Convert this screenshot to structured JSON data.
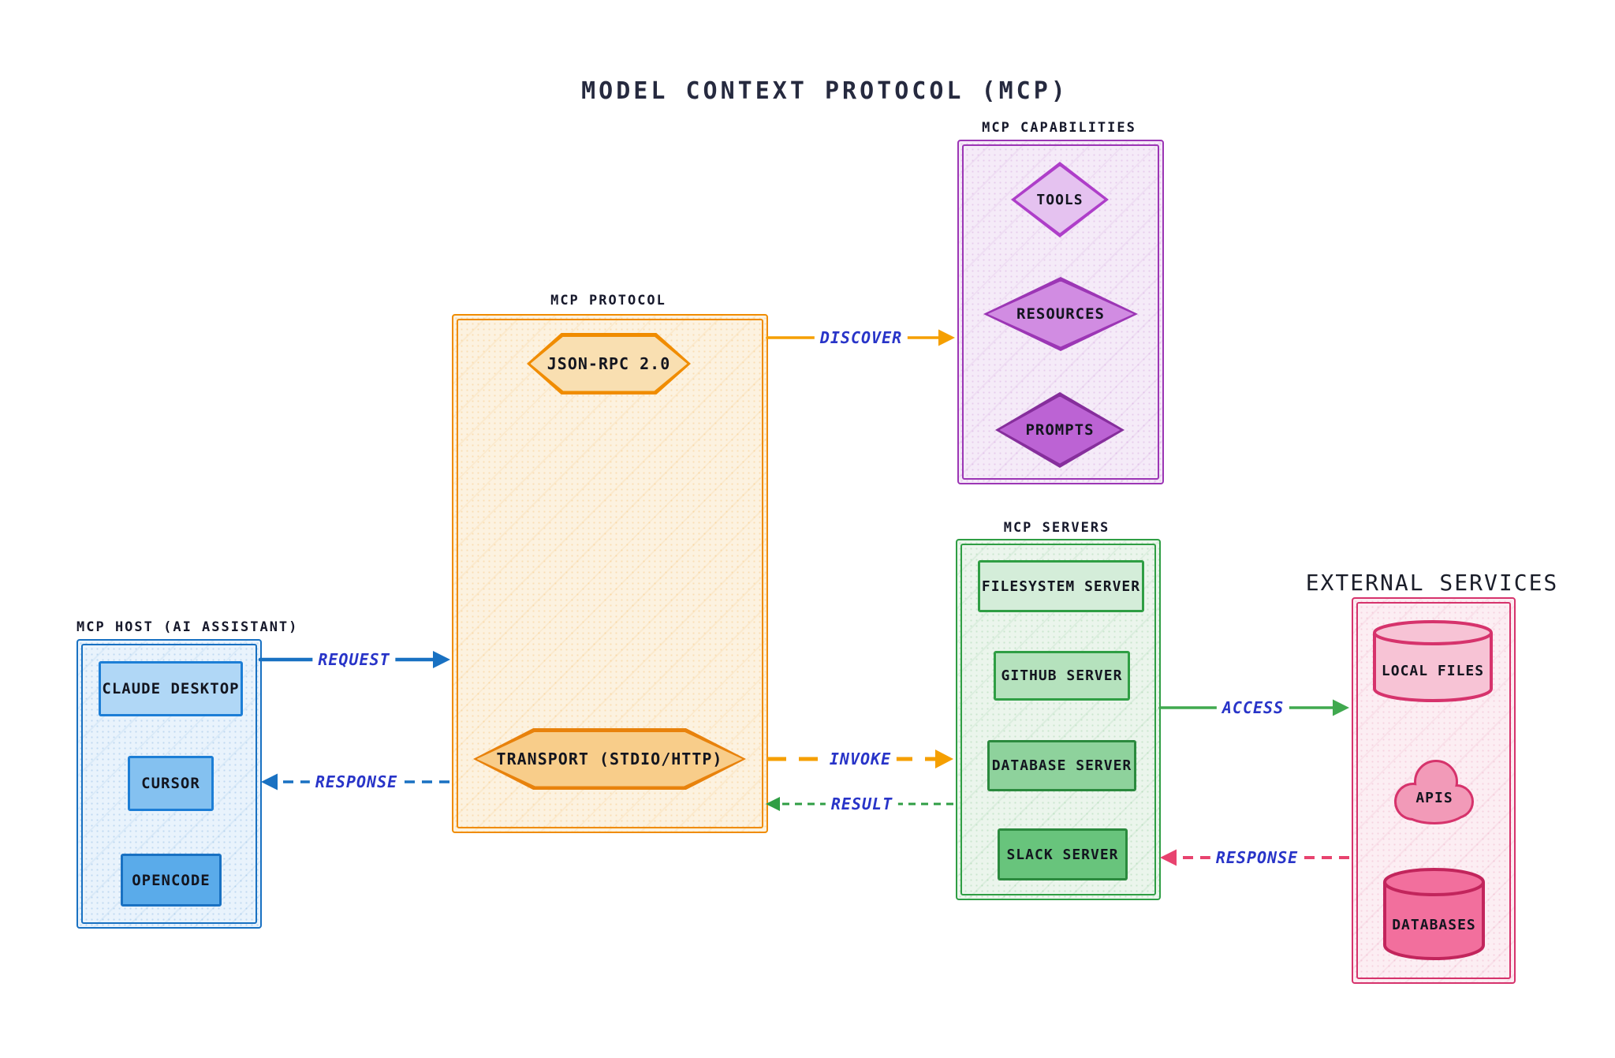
{
  "diagram_title": "MODEL CONTEXT PROTOCOL (MCP)",
  "panels": {
    "host": {
      "title": "MCP HOST (AI ASSISTANT)",
      "items": [
        {
          "label": "CLAUDE DESKTOP"
        },
        {
          "label": "CURSOR"
        },
        {
          "label": "OPENCODE"
        }
      ]
    },
    "protocol": {
      "title": "MCP PROTOCOL",
      "items": [
        {
          "label": "JSON-RPC 2.0"
        },
        {
          "label": "TRANSPORT (STDIO/HTTP)"
        }
      ]
    },
    "capabilities": {
      "title": "MCP CAPABILITIES",
      "items": [
        {
          "label": "TOOLS"
        },
        {
          "label": "RESOURCES"
        },
        {
          "label": "PROMPTS"
        }
      ]
    },
    "servers": {
      "title": "MCP SERVERS",
      "items": [
        {
          "label": "FILESYSTEM SERVER"
        },
        {
          "label": "GITHUB SERVER"
        },
        {
          "label": "DATABASE SERVER"
        },
        {
          "label": "SLACK SERVER"
        }
      ]
    },
    "external": {
      "title": "EXTERNAL SERVICES",
      "items": [
        {
          "label": "LOCAL FILES"
        },
        {
          "label": "APIS"
        },
        {
          "label": "DATABASES"
        }
      ]
    }
  },
  "edges": [
    {
      "label": "REQUEST",
      "from": "MCP HOST",
      "to": "MCP PROTOCOL",
      "line": "solid",
      "color": "#1971c2"
    },
    {
      "label": "RESPONSE",
      "from": "MCP PROTOCOL",
      "to": "MCP HOST",
      "line": "dashed",
      "color": "#1971c2"
    },
    {
      "label": "DISCOVER",
      "from": "MCP PROTOCOL",
      "to": "MCP CAPABILITIES",
      "line": "solid",
      "color": "#f59f00"
    },
    {
      "label": "INVOKE",
      "from": "MCP PROTOCOL",
      "to": "MCP SERVERS",
      "line": "dashed",
      "color": "#f59f00"
    },
    {
      "label": "RESULT",
      "from": "MCP SERVERS",
      "to": "MCP PROTOCOL",
      "line": "dashed",
      "color": "#2f9e44"
    },
    {
      "label": "ACCESS",
      "from": "MCP SERVERS",
      "to": "EXTERNAL SERVICES",
      "line": "solid",
      "color": "#40a94f"
    },
    {
      "label": "RESPONSE",
      "from": "EXTERNAL SERVICES",
      "to": "MCP SERVERS",
      "line": "dashed",
      "color": "#e8436f"
    }
  ],
  "colors": {
    "title_text": "#262a3f",
    "label_text": "#13151f",
    "edge_label_text": "#2834c8",
    "blue_stroke": "#1971c2",
    "orange_stroke": "#f08c00",
    "purple_stroke": "#9c36b5",
    "green_stroke": "#2f9e44",
    "pink_stroke": "#d6336c"
  }
}
